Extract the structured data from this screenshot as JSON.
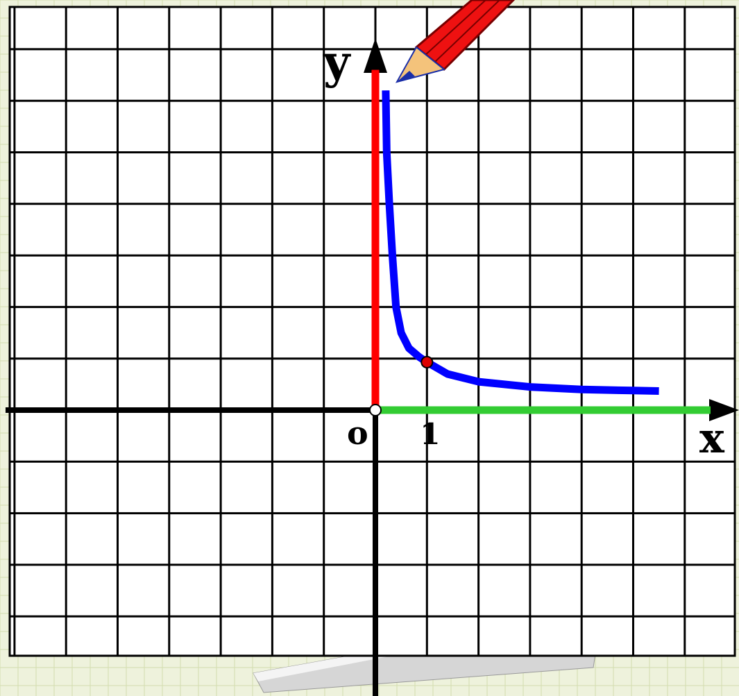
{
  "chart_data": {
    "type": "line",
    "title": "",
    "xlabel": "x",
    "ylabel": "y",
    "origin_label": "o",
    "x_tick_labels": [
      {
        "x": 1,
        "text": "1"
      }
    ],
    "xlim": [
      -7,
      7
    ],
    "ylim": [
      -5,
      7
    ],
    "grid": true,
    "series": [
      {
        "role": "curve",
        "color": "#0000ff",
        "points": [
          [
            0.2,
            6.2
          ],
          [
            0.22,
            5.0
          ],
          [
            0.27,
            4.0
          ],
          [
            0.33,
            3.0
          ],
          [
            0.4,
            2.0
          ],
          [
            0.5,
            1.5
          ],
          [
            0.65,
            1.2
          ],
          [
            0.85,
            1.03
          ],
          [
            1,
            0.93
          ],
          [
            1.4,
            0.7
          ],
          [
            2,
            0.55
          ],
          [
            3,
            0.45
          ],
          [
            4,
            0.4
          ],
          [
            5,
            0.38
          ],
          [
            5.5,
            0.37
          ]
        ]
      },
      {
        "role": "y-axis-range-highlight",
        "color": "#ff0000",
        "points": [
          [
            0,
            0
          ],
          [
            0,
            6.6
          ]
        ]
      },
      {
        "role": "x-axis-domain-highlight",
        "color": "#33cc33",
        "points": [
          [
            0,
            0
          ],
          [
            6.5,
            0
          ]
        ]
      }
    ],
    "marked_points": [
      {
        "x": 1,
        "y": 0.93,
        "color": "#dd0000"
      },
      {
        "x": 0,
        "y": 0,
        "color": "#ffffff"
      }
    ]
  }
}
